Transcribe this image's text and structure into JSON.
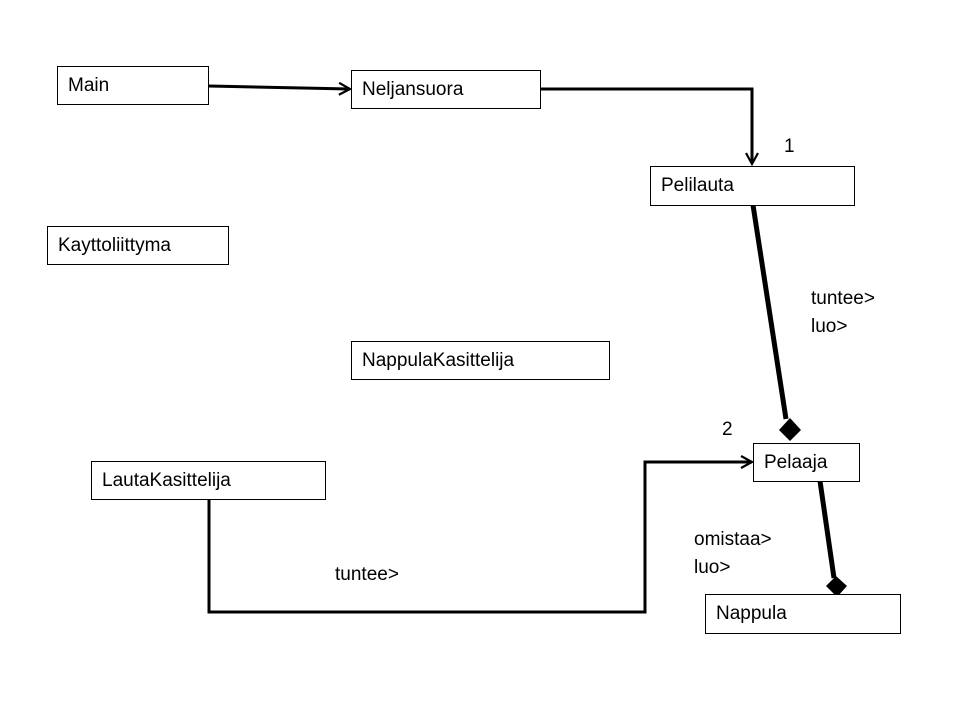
{
  "classes": {
    "main": "Main",
    "neljansuora": "Neljansuora",
    "pelilauta": "Pelilauta",
    "kayttoliittyma": "Kayttoliittyma",
    "nappula_kasittelija": "NappulaKasittelija",
    "lauta_kasittelija": "LautaKasittelija",
    "pelaaja": "Pelaaja",
    "nappula": "Nappula"
  },
  "labels": {
    "mult_pelilauta": "1",
    "mult_pelaaja": "2",
    "pelilauta_pelaaja_line1": "tuntee>",
    "pelilauta_pelaaja_line2": "luo>",
    "pelaaja_nappula_line1": "omistaa>",
    "pelaaja_nappula_line2": "luo>",
    "lautakasittelija_pelaaja": "tuntee>"
  }
}
